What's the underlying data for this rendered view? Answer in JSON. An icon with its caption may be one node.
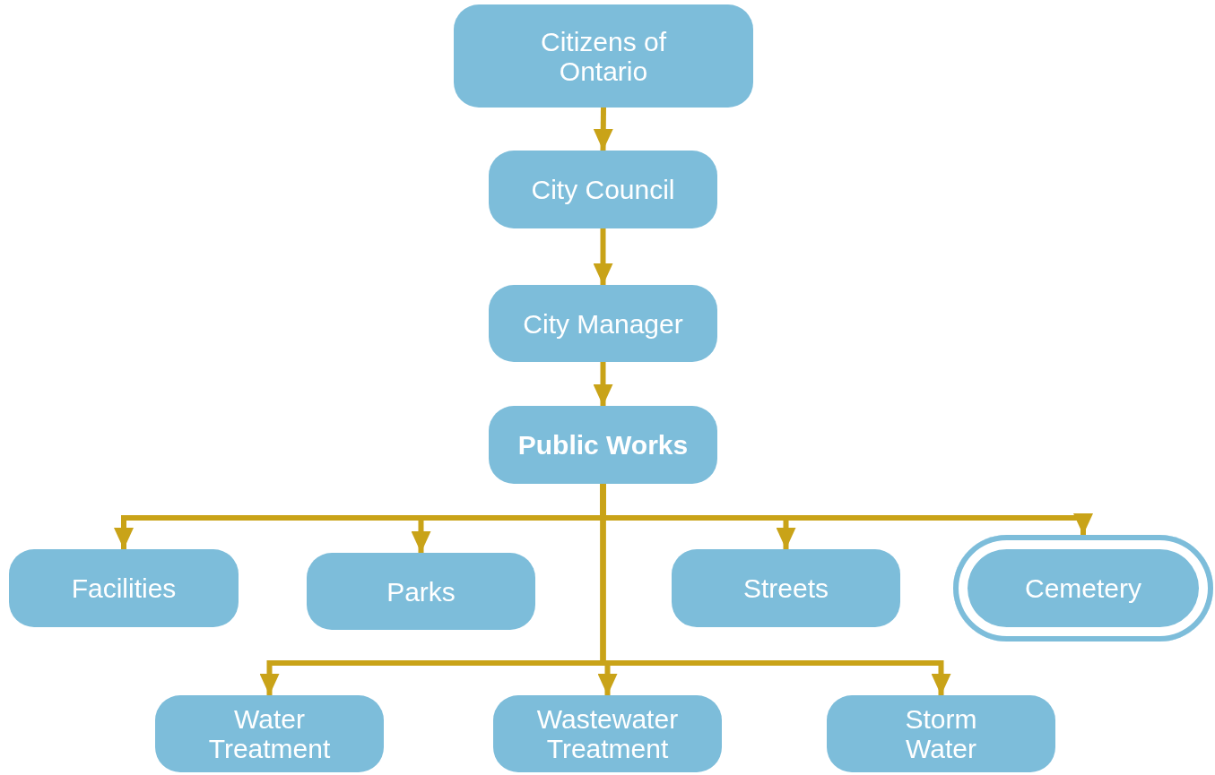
{
  "diagram": {
    "nodes": [
      {
        "text": [
          "Citizens of Ontario"
        ]
      },
      {
        "text": [
          "City Council"
        ]
      },
      {
        "text": [
          "City Manager"
        ]
      },
      {
        "text": [
          "Public Works"
        ]
      },
      {
        "text": [
          "Facilities"
        ]
      },
      {
        "text": [
          "Parks"
        ]
      },
      {
        "text": [
          "Streets"
        ]
      },
      {
        "text": [
          "Cemetery"
        ]
      },
      {
        "text": [
          "Water Treatment"
        ]
      },
      {
        "text": [
          "Wastewater Treatment"
        ]
      },
      {
        "text": [
          "Storm Water"
        ]
      }
    ],
    "edges": [
      {
        "from": 0,
        "to": 1,
        "arrow": "to"
      },
      {
        "from": 1,
        "to": 2,
        "arrow": "to"
      },
      {
        "from": 2,
        "to": 3,
        "arrow": "to"
      },
      {
        "from": 3,
        "to": 4,
        "arrow": "to"
      },
      {
        "from": 3,
        "to": 5,
        "arrow": "to"
      },
      {
        "from": 3,
        "to": 6,
        "arrow": "to"
      },
      {
        "from": 3,
        "to": 7,
        "arrow": "to"
      },
      {
        "from": 3,
        "to": 8,
        "arrow": "to"
      },
      {
        "from": 3,
        "to": 9,
        "arrow": "to"
      },
      {
        "from": 3,
        "to": 10,
        "arrow": "to"
      }
    ]
  }
}
